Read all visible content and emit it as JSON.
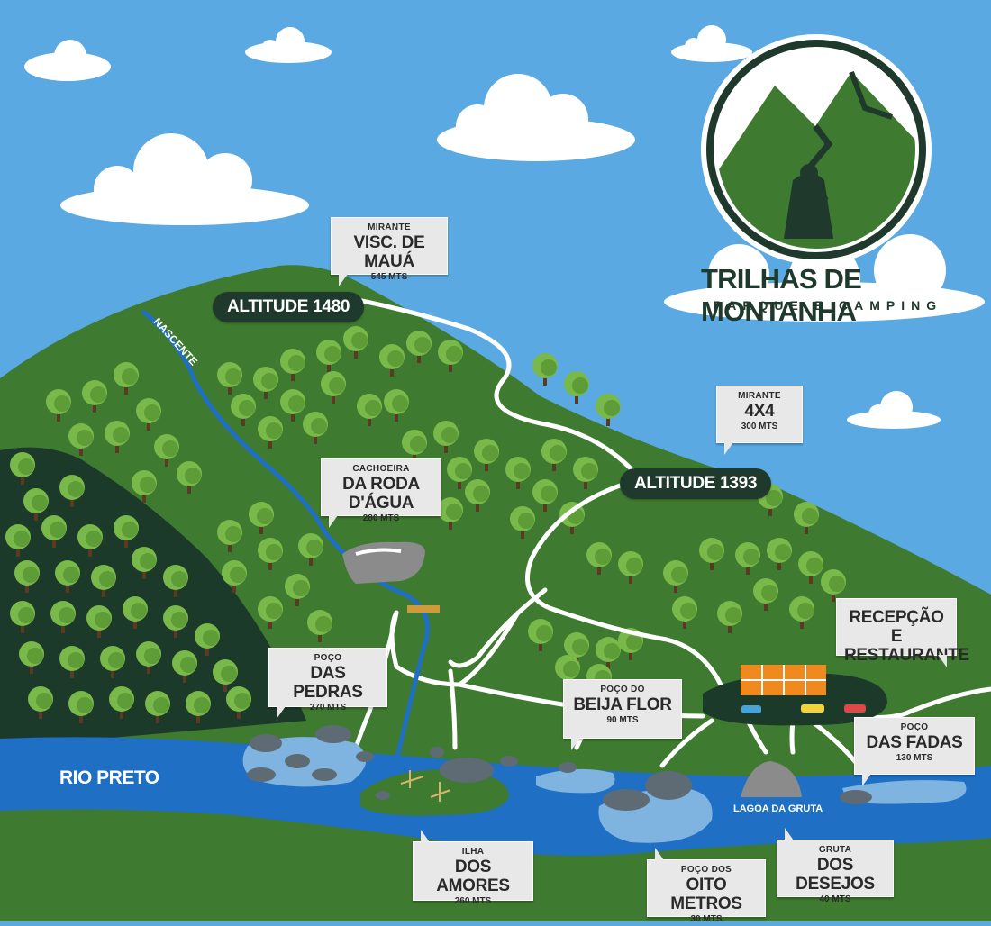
{
  "logo": {
    "title": "TRILHAS DE MONTANHA",
    "subtitle": "PARQUE E CAMPING"
  },
  "altitudes": {
    "summit": "ALTITUDE 1480",
    "ridge": "ALTITUDE 1393"
  },
  "labels": {
    "nascente": "NASCENTE",
    "rio": "RIO PRETO",
    "lagoa": "LAGOA DA GRUTA"
  },
  "points": {
    "mirante_maua": {
      "top": "MIRANTE",
      "name": "VISC. DE MAUÁ",
      "alt": "545 MTS"
    },
    "mirante_4x4": {
      "top": "MIRANTE",
      "name": "4X4",
      "alt": "300 MTS"
    },
    "cachoeira": {
      "top": "CACHOEIRA",
      "name": "DA RODA D'ÁGUA",
      "alt": "280 MTS"
    },
    "poco_pedras": {
      "top": "POÇO",
      "name": "DAS PEDRAS",
      "alt": "270 MTS"
    },
    "poco_beija": {
      "top": "POÇO DO",
      "name": "BEIJA FLOR",
      "alt": "90 MTS"
    },
    "recepcao": {
      "line1": "RECEPÇÃO E",
      "line2": "RESTAURANTE"
    },
    "poco_fadas": {
      "top": "POÇO",
      "name": "DAS FADAS",
      "alt": "130 MTS"
    },
    "ilha": {
      "top": "ILHA",
      "name": "DOS AMORES",
      "alt": "260 MTS"
    },
    "oito": {
      "top": "POÇO DOS",
      "name": "OITO METROS",
      "alt": "30 MTS"
    },
    "gruta": {
      "top": "GRUTA",
      "name": "DOS DESEJOS",
      "alt": "40 MTS"
    }
  },
  "colors": {
    "sky": "#5aa9e2",
    "hill": "#3e7a2f",
    "forest": "#1c3a2a",
    "river": "#1f6fc4",
    "path": "#ffffff"
  }
}
